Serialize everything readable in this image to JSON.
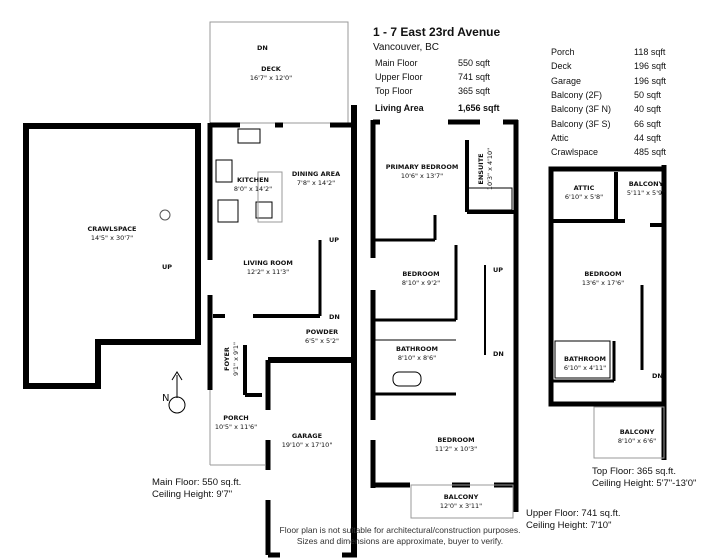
{
  "header": {
    "title": "1 - 7 East 23rd Avenue",
    "subtitle": "Vancouver, BC"
  },
  "floor_areas": [
    {
      "label": "Main Floor",
      "value": "550 sqft"
    },
    {
      "label": "Upper Floor",
      "value": "741 sqft"
    },
    {
      "label": "Top Floor",
      "value": "365 sqft"
    }
  ],
  "living_area": {
    "label": "Living Area",
    "value": "1,656 sqft"
  },
  "other_areas": [
    {
      "label": "Porch",
      "value": "118 sqft"
    },
    {
      "label": "Deck",
      "value": "196 sqft"
    },
    {
      "label": "Garage",
      "value": "196 sqft"
    },
    {
      "label": "Balcony (2F)",
      "value": "50 sqft"
    },
    {
      "label": "Balcony (3F N)",
      "value": "40 sqft"
    },
    {
      "label": "Balcony (3F S)",
      "value": "66 sqft"
    },
    {
      "label": "Attic",
      "value": "44 sqft"
    },
    {
      "label": "Crawlspace",
      "value": "485 sqft"
    }
  ],
  "rooms": {
    "crawlspace": {
      "name": "CRAWLSPACE",
      "dim": "14'5\" x 30'7\""
    },
    "deck": {
      "name": "DECK",
      "dim": "16'7\" x 12'0\""
    },
    "kitchen": {
      "name": "KITCHEN",
      "dim": "8'0\" x 14'2\""
    },
    "dining": {
      "name": "DINING AREA",
      "dim": "7'8\" x 14'2\""
    },
    "living": {
      "name": "LIVING ROOM",
      "dim": "12'2\" x 11'3\""
    },
    "powder": {
      "name": "POWDER",
      "dim": "6'5\" x 5'2\""
    },
    "foyer": {
      "name": "FOYER",
      "dim": "9'1\" x 9'1\""
    },
    "porch": {
      "name": "PORCH",
      "dim": "10'5\" x 11'6\""
    },
    "garage": {
      "name": "GARAGE",
      "dim": "19'10\" x 17'10\""
    },
    "primary": {
      "name": "PRIMARY BEDROOM",
      "dim": "10'6\" x 13'7\""
    },
    "ensuite": {
      "name": "ENSUITE",
      "dim": "10'3\" x 4'10\""
    },
    "bedroom2": {
      "name": "BEDROOM",
      "dim": "8'10\" x 9'2\""
    },
    "bathroom2": {
      "name": "BATHROOM",
      "dim": "8'10\" x 8'6\""
    },
    "bedroom3": {
      "name": "BEDROOM",
      "dim": "11'2\" x 10'3\""
    },
    "balcony2": {
      "name": "BALCONY",
      "dim": "12'0\" x 3'11\""
    },
    "attic": {
      "name": "ATTIC",
      "dim": "6'10\" x 5'8\""
    },
    "balcony3n": {
      "name": "BALCONY",
      "dim": "5'11\" x 5'9\""
    },
    "bedroom_top": {
      "name": "BEDROOM",
      "dim": "13'6\" x 17'6\""
    },
    "bathroom_top": {
      "name": "BATHROOM",
      "dim": "6'10\" x 4'11\""
    },
    "balcony3s": {
      "name": "BALCONY",
      "dim": "8'10\" x 6'6\""
    }
  },
  "stairs": {
    "up": "UP",
    "down": "DN"
  },
  "compass": "N",
  "floor_notes": {
    "main": [
      "Main Floor: 550 sq.ft.",
      "Ceiling Height: 9'7\""
    ],
    "upper": [
      "Upper Floor: 741 sq.ft.",
      "Ceiling Height: 7'10\""
    ],
    "top": [
      "Top Floor: 365 sq.ft.",
      "Ceiling Height: 5'7\"-13'0\""
    ]
  },
  "disclaimer": [
    "Floor plan is not suitable for architectural/construction purposes.",
    "Sizes and dimensions are approximate, buyer to verify."
  ]
}
